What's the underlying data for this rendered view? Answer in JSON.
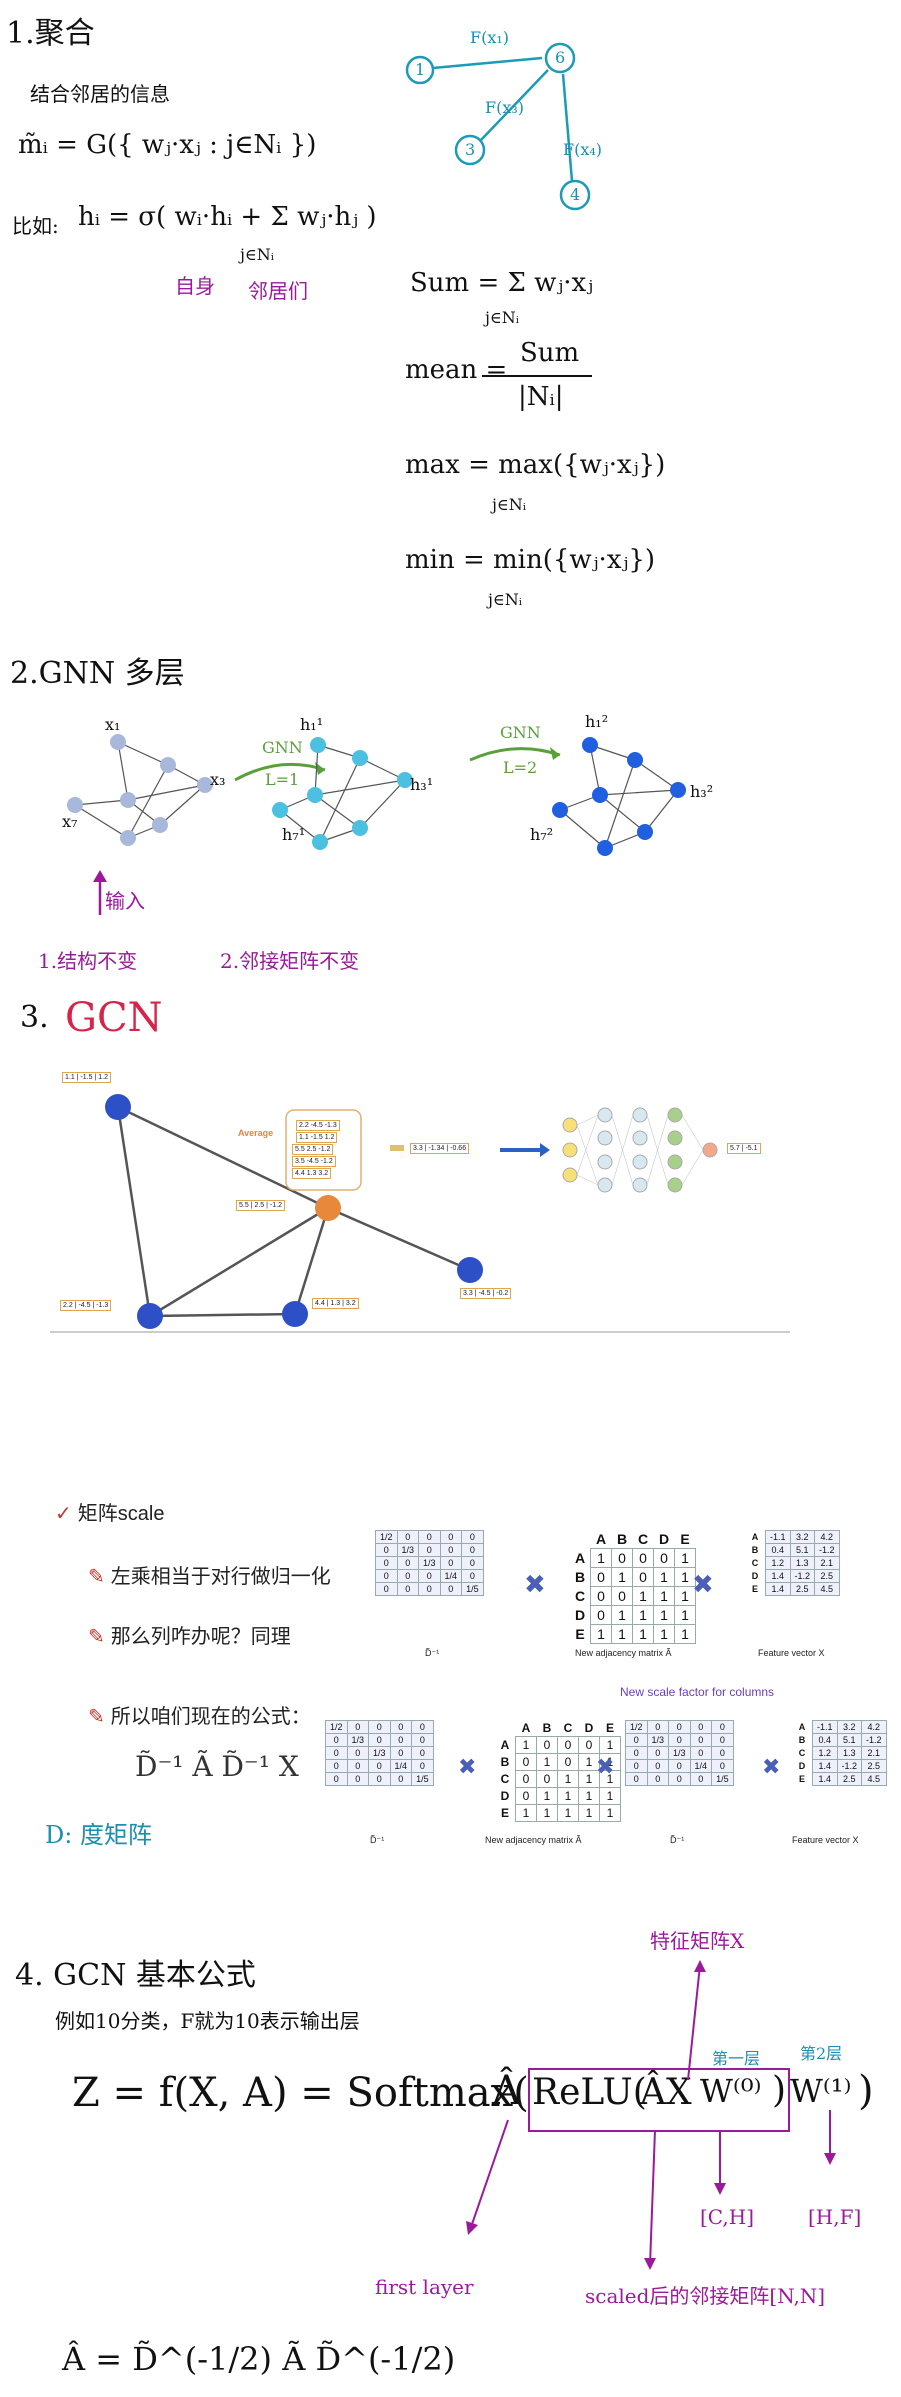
{
  "s1": {
    "heading": "1.聚合",
    "sub": "结合邻居的信息",
    "formula": "m̃ᵢ = G({ wⱼ·xⱼ : j∈Nᵢ })",
    "update_label": "比如:",
    "update": "hᵢ = σ( wᵢ·hᵢ + Σ wⱼ·hⱼ )",
    "update_sub": "j∈Nᵢ",
    "self_note": "自身",
    "nbr_note": "邻居们",
    "graph_labels": [
      "F(x₁)",
      "F(x₃)",
      "F(x₄)",
      "1",
      "3",
      "4",
      "6"
    ],
    "sum": "Sum = Σ wⱼ·xⱼ",
    "sum_sub": "j∈Nᵢ",
    "mean_lbl": "mean =",
    "mean_num": "Sum",
    "mean_den": "|Nᵢ|",
    "max": "max = max({wⱼ·xⱼ})",
    "max_sub": "j∈Nᵢ",
    "min": "min = min({wⱼ·xⱼ})",
    "min_sub": "j∈Nᵢ"
  },
  "s2": {
    "heading": "2.GNN 多层",
    "gnn1": "GNN",
    "l1": "L=1",
    "gnn2": "GNN",
    "l2": "L=2",
    "nodes_a": [
      "x₁",
      "x₃",
      "x₇"
    ],
    "nodes_b": [
      "h₁¹",
      "h₃¹",
      "h₇¹"
    ],
    "nodes_c": [
      "h₁²",
      "h₃²",
      "h₇²"
    ],
    "input": "输入",
    "note1": "1.结构不变",
    "note2": "2.邻接矩阵不变"
  },
  "s3": {
    "heading": "3.",
    "heading_gcn": "GCN",
    "average": "Average",
    "vec_top": [
      "1.1",
      "-1.5",
      "1.2"
    ],
    "vec_avg": [
      "2.2",
      "-4.5",
      "-1.3"
    ],
    "vec_avg2": [
      "1.1",
      "-1.5",
      "1.2"
    ],
    "vec_avg3": [
      "5.5",
      "2.5",
      "-1.2"
    ],
    "vec_avg4": [
      "3.5",
      "-4.5",
      "-1.2"
    ],
    "vec_avg5": [
      "4.4",
      "1.3",
      "3.2"
    ],
    "vec_out": [
      "3.3",
      "-1.34",
      "-0.66"
    ],
    "vec_final": [
      "5.7",
      "-5.1"
    ],
    "vec_mid": [
      "5.5",
      "2.5",
      "-1.2"
    ],
    "vec_right": [
      "3.3",
      "-4.5",
      "-0.2"
    ],
    "vec_bl": [
      "2.2",
      "-4.5",
      "-1.3"
    ],
    "vec_bm": [
      "4.4",
      "1.3",
      "3.2"
    ]
  },
  "scale": {
    "title": "矩阵scale",
    "b1": "左乘相当于对行做归一化",
    "b2": "那么列咋办呢？同理",
    "b3": "所以咱们现在的公式：",
    "formula": "D̃⁻¹ Ã D̃⁻¹ X",
    "d_inv_label": "D̃⁻¹",
    "adj_label": "New adjacency matrix Ã",
    "feat_label": "Feature vector X",
    "new_scale": "New scale factor for columns",
    "d_note": "D: 度矩阵",
    "cols": [
      "A",
      "B",
      "C",
      "D",
      "E"
    ],
    "dinv": [
      [
        "1/2",
        "0",
        "0",
        "0",
        "0"
      ],
      [
        "0",
        "1/3",
        "0",
        "0",
        "0"
      ],
      [
        "0",
        "0",
        "1/3",
        "0",
        "0"
      ],
      [
        "0",
        "0",
        "0",
        "1/4",
        "0"
      ],
      [
        "0",
        "0",
        "0",
        "0",
        "1/5"
      ]
    ],
    "adj": [
      [
        "1",
        "0",
        "0",
        "0",
        "1"
      ],
      [
        "0",
        "1",
        "0",
        "1",
        "1"
      ],
      [
        "0",
        "0",
        "1",
        "1",
        "1"
      ],
      [
        "0",
        "1",
        "1",
        "1",
        "1"
      ],
      [
        "1",
        "1",
        "1",
        "1",
        "1"
      ]
    ],
    "feat": [
      [
        "-1.1",
        "3.2",
        "4.2"
      ],
      [
        "0.4",
        "5.1",
        "-1.2"
      ],
      [
        "1.2",
        "1.3",
        "2.1"
      ],
      [
        "1.4",
        "-1.2",
        "2.5"
      ],
      [
        "1.4",
        "2.5",
        "4.5"
      ]
    ]
  },
  "s4": {
    "heading": "4. GCN 基本公式",
    "sub": "例如10分类，F就为10表示输出层",
    "formula_left": "Z = f(X, A) = Softmax(",
    "a_hat": "Â",
    "relu": "ReLU(",
    "ax": "ÂX",
    "w0": "W⁽⁰⁾",
    "close": ")",
    "w1": "W⁽¹⁾",
    "close2": ")",
    "feat_note": "特征矩阵X",
    "layer1": "第一层",
    "layer2": "第2层",
    "ch": "[C,H]",
    "hf": "[H,F]",
    "first_layer": "first layer",
    "scaled": "scaled后的邻接矩阵[N,N]",
    "ahat_def": "Â = D̃^(-1/2) Ã D̃^(-1/2)"
  }
}
